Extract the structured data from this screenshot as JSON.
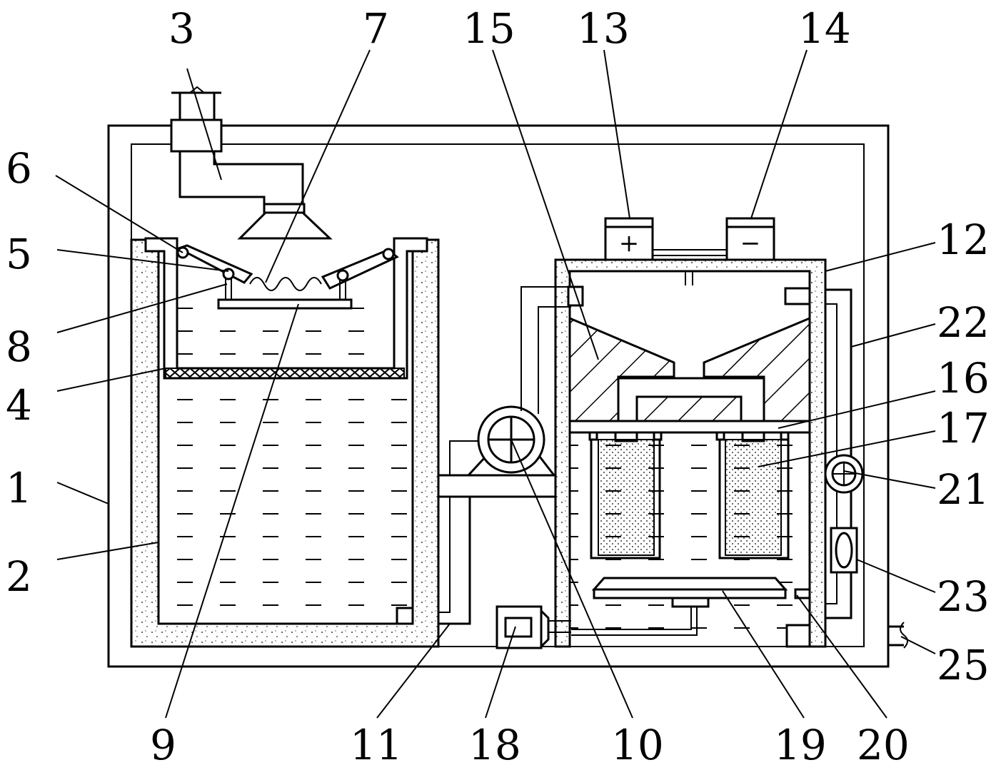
{
  "labels": {
    "n1": "1",
    "n2": "2",
    "n3": "3",
    "n4": "4",
    "n5": "5",
    "n6": "6",
    "n7": "7",
    "n8": "8",
    "n9": "9",
    "n10": "10",
    "n11": "11",
    "n12": "12",
    "n13": "13",
    "n14": "14",
    "n15": "15",
    "n16": "16",
    "n17": "17",
    "n18": "18",
    "n19": "19",
    "n20": "20",
    "n21": "21",
    "n22": "22",
    "n23": "23",
    "n25": "25"
  },
  "terminals": {
    "positive": "+",
    "negative": "−"
  },
  "colors": {
    "stroke": "#000000",
    "background": "#ffffff"
  }
}
